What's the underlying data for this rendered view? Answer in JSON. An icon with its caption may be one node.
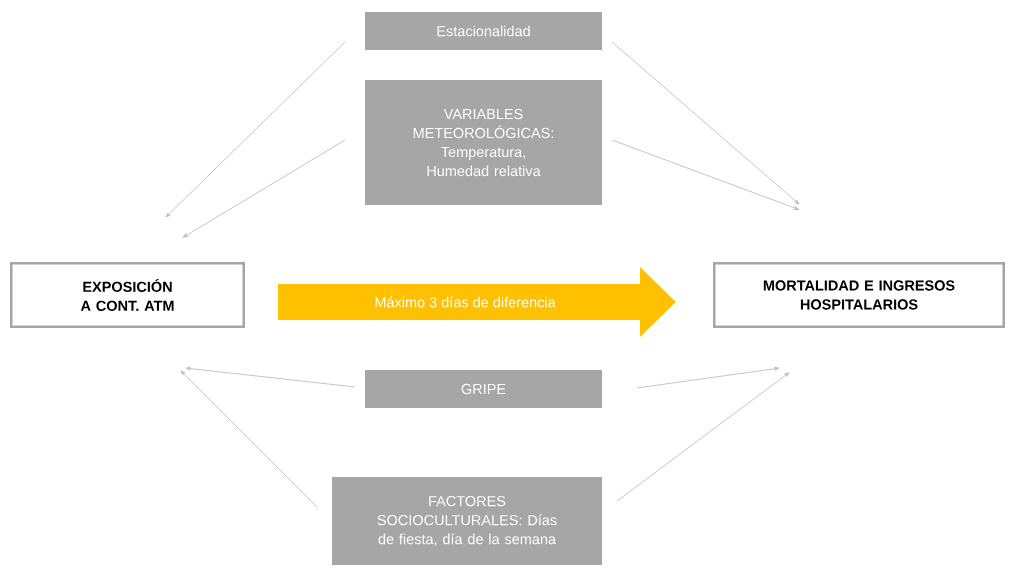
{
  "diagram": {
    "nodes": [
      {
        "text": [
          "Estacionalidad"
        ]
      },
      {
        "text": [
          "VARIABLES METEOROLÓGICAS: Temperatura, Humedad relativa"
        ]
      },
      {
        "text": [
          "EXPOSICIÓN A CONT. ATM"
        ]
      },
      {
        "text": [
          "MORTALIDAD E INGRESOS HOSPITALARIOS"
        ]
      },
      {
        "text": [
          "GRIPE"
        ]
      },
      {
        "text": [
          "FACTORES SOCIOCULTURALES: Días de fiesta, día de la semana"
        ]
      }
    ],
    "edges": [
      {
        "from": 0,
        "to": 2,
        "arrow": "to"
      },
      {
        "from": 1,
        "to": 2,
        "arrow": "to"
      },
      {
        "from": 0,
        "to": 3,
        "arrow": "to"
      },
      {
        "from": 1,
        "to": 3,
        "arrow": "to"
      },
      {
        "from": 4,
        "to": 2,
        "arrow": "to"
      },
      {
        "from": 4,
        "to": 3,
        "arrow": "to"
      },
      {
        "from": 5,
        "to": 2,
        "arrow": "to"
      },
      {
        "from": 5,
        "to": 3,
        "arrow": "to"
      },
      {
        "from": 2,
        "to": 3,
        "arrow": "to",
        "label": "Máximo 3 días de diferencia",
        "style": "thick",
        "color": "#ffc000"
      }
    ]
  }
}
